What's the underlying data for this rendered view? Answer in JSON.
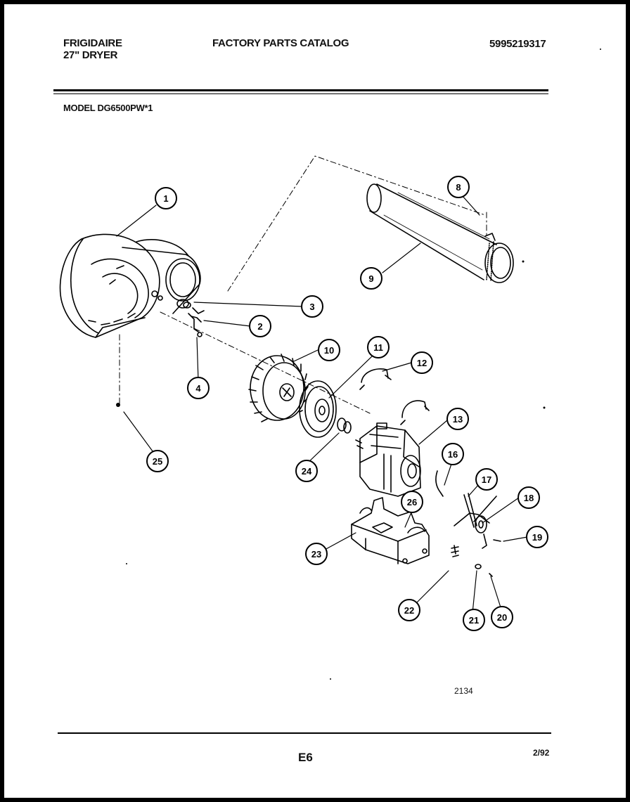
{
  "header": {
    "brand": "FRIGIDAIRE",
    "product": "27\" DRYER",
    "catalog_title": "FACTORY PARTS CATALOG",
    "catalog_number": "5995219317",
    "model": "MODEL DG6500PW*1"
  },
  "footer": {
    "drawing_number": "2134",
    "page_id": "E6",
    "date": "2/92"
  },
  "callouts": [
    {
      "id": "1",
      "label": "1"
    },
    {
      "id": "2",
      "label": "2"
    },
    {
      "id": "3",
      "label": "3"
    },
    {
      "id": "4",
      "label": "4"
    },
    {
      "id": "8",
      "label": "8"
    },
    {
      "id": "9",
      "label": "9"
    },
    {
      "id": "10",
      "label": "10"
    },
    {
      "id": "11",
      "label": "11"
    },
    {
      "id": "12",
      "label": "12"
    },
    {
      "id": "13",
      "label": "13"
    },
    {
      "id": "16",
      "label": "16"
    },
    {
      "id": "17",
      "label": "17"
    },
    {
      "id": "18",
      "label": "18"
    },
    {
      "id": "19",
      "label": "19"
    },
    {
      "id": "20",
      "label": "20"
    },
    {
      "id": "21",
      "label": "21"
    },
    {
      "id": "22",
      "label": "22"
    },
    {
      "id": "23",
      "label": "23"
    },
    {
      "id": "24",
      "label": "24"
    },
    {
      "id": "25",
      "label": "25"
    },
    {
      "id": "26",
      "label": "26"
    }
  ]
}
